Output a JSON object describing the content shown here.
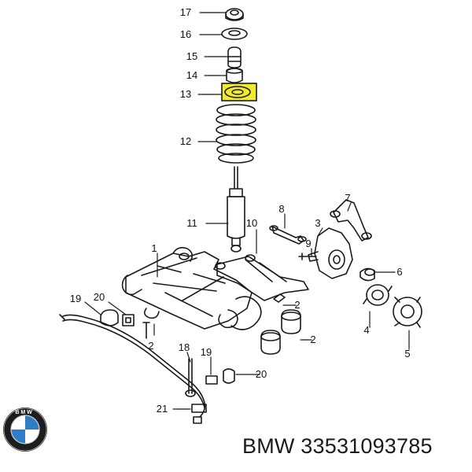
{
  "callouts": [
    "1",
    "2",
    "2",
    "2",
    "3",
    "4",
    "5",
    "6",
    "7",
    "8",
    "9",
    "10",
    "11",
    "12",
    "13",
    "14",
    "15",
    "16",
    "17",
    "18",
    "19",
    "19",
    "20",
    "20",
    "21"
  ],
  "caption": {
    "brand": "BMW",
    "part_number": "33531093785"
  },
  "highlight_color": "#f2ea2a",
  "logo": {
    "icon": "bmw-roundel-icon",
    "colors": {
      "ring": "#1d1d1d",
      "blue": "#2f7ec4",
      "white": "#ffffff"
    }
  }
}
